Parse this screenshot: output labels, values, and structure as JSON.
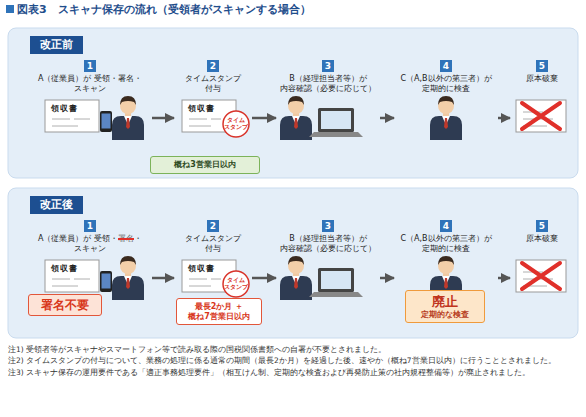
{
  "diagram": {
    "title": "図表3　スキャナ保存の流れ（受領者がスキャンする場合）",
    "nodes": [
      {
        "text": [
          "改正前"
        ]
      },
      {
        "text": [
          "1",
          "A（従業員）が 受領・署名・スキャン"
        ],
        "in": 0
      },
      {
        "text": [
          "2",
          "タイムスタンプ 付与"
        ],
        "in": 0
      },
      {
        "text": [
          "3",
          "B（経理担当者等）が 内容確認（必要に応じて）"
        ],
        "in": 0
      },
      {
        "text": [
          "4",
          "C（A,B以外の第三者）が 定期的に検査"
        ],
        "in": 0
      },
      {
        "text": [
          "5",
          "原本破棄"
        ],
        "in": 0
      },
      {
        "text": [
          "概ね3営業日以内"
        ],
        "in": 0
      },
      {
        "text": [
          "改正後"
        ]
      },
      {
        "text": [
          "1",
          "A（従業員）が 受領・",
          "署名",
          "・スキャン"
        ],
        "in": 7
      },
      {
        "text": [
          "2",
          "タイムスタンプ 付与"
        ],
        "in": 7
      },
      {
        "text": [
          "3",
          "B（経理担当者等）が 内容確認（必要に応じて）"
        ],
        "in": 7
      },
      {
        "text": [
          "4",
          "C（A,B以外の第三者）が 定期的に検査"
        ],
        "in": 7
      },
      {
        "text": [
          "5",
          "原本破棄"
        ],
        "in": 7
      },
      {
        "text": [
          "署名不要"
        ],
        "in": 7
      },
      {
        "text": [
          "最長2か月 ＋概ね7営業日以内"
        ],
        "in": 7
      },
      {
        "text": [
          "廃止",
          "定期的な検査"
        ],
        "in": 7
      }
    ],
    "edges": [
      {
        "from": 1,
        "to": 2,
        "arrow": "to"
      },
      {
        "from": 2,
        "to": 3,
        "arrow": "to"
      },
      {
        "from": 3,
        "to": 4,
        "arrow": "to"
      },
      {
        "from": 4,
        "to": 5,
        "arrow": "to"
      },
      {
        "from": 8,
        "to": 9,
        "arrow": "to"
      },
      {
        "from": 9,
        "to": 10,
        "arrow": "to"
      },
      {
        "from": 10,
        "to": 11,
        "arrow": "to"
      },
      {
        "from": 11,
        "to": 12,
        "arrow": "to"
      }
    ],
    "labels": [
      "領収書",
      "領収書",
      "タイム スタンプ",
      "領収書",
      "領収書",
      "タイム スタンプ",
      "注1) 受領者等がスキャナやスマートフォン等で読み取る際の国税関係書類への自署が不要とされました。",
      "注2) タイムスタンプの付与について、業務の処理に係る通常の期間（最長2か月）を経過した後、速やか（概ね7営業日以内）に行うこととされました。",
      "注3) スキャナ保存の運用要件である「適正事務処理要件」（相互けん制、定期的な検査および再発防止策の社内規程整備等）が廃止されました。"
    ]
  }
}
